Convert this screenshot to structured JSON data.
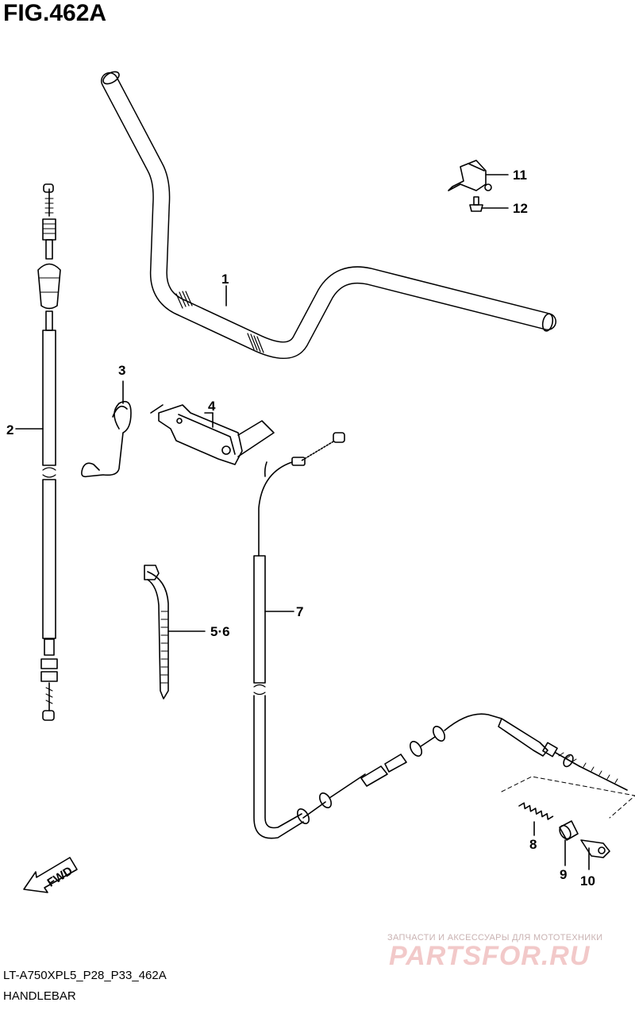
{
  "figure_title": "FIG.462A",
  "footer": {
    "model_code": "LT-A750XPL5_P28_P33_462A",
    "section_name": "HANDLEBAR"
  },
  "watermark": {
    "tagline": "ЗАПЧАСТИ И АКСЕССУАРЫ ДЛЯ МОТОТЕХНИКИ",
    "logo": "PARTSFOR.RU"
  },
  "direction_marker": "FWD",
  "callouts": {
    "c1": "1",
    "c2": "2",
    "c3": "3",
    "c4": "4",
    "c56": "5·6",
    "c7": "7",
    "c8": "8",
    "c9": "9",
    "c10": "10",
    "c11": "11",
    "c12": "12"
  },
  "colors": {
    "line": "#000000",
    "background": "#ffffff",
    "watermark": "#f2c9c9"
  }
}
